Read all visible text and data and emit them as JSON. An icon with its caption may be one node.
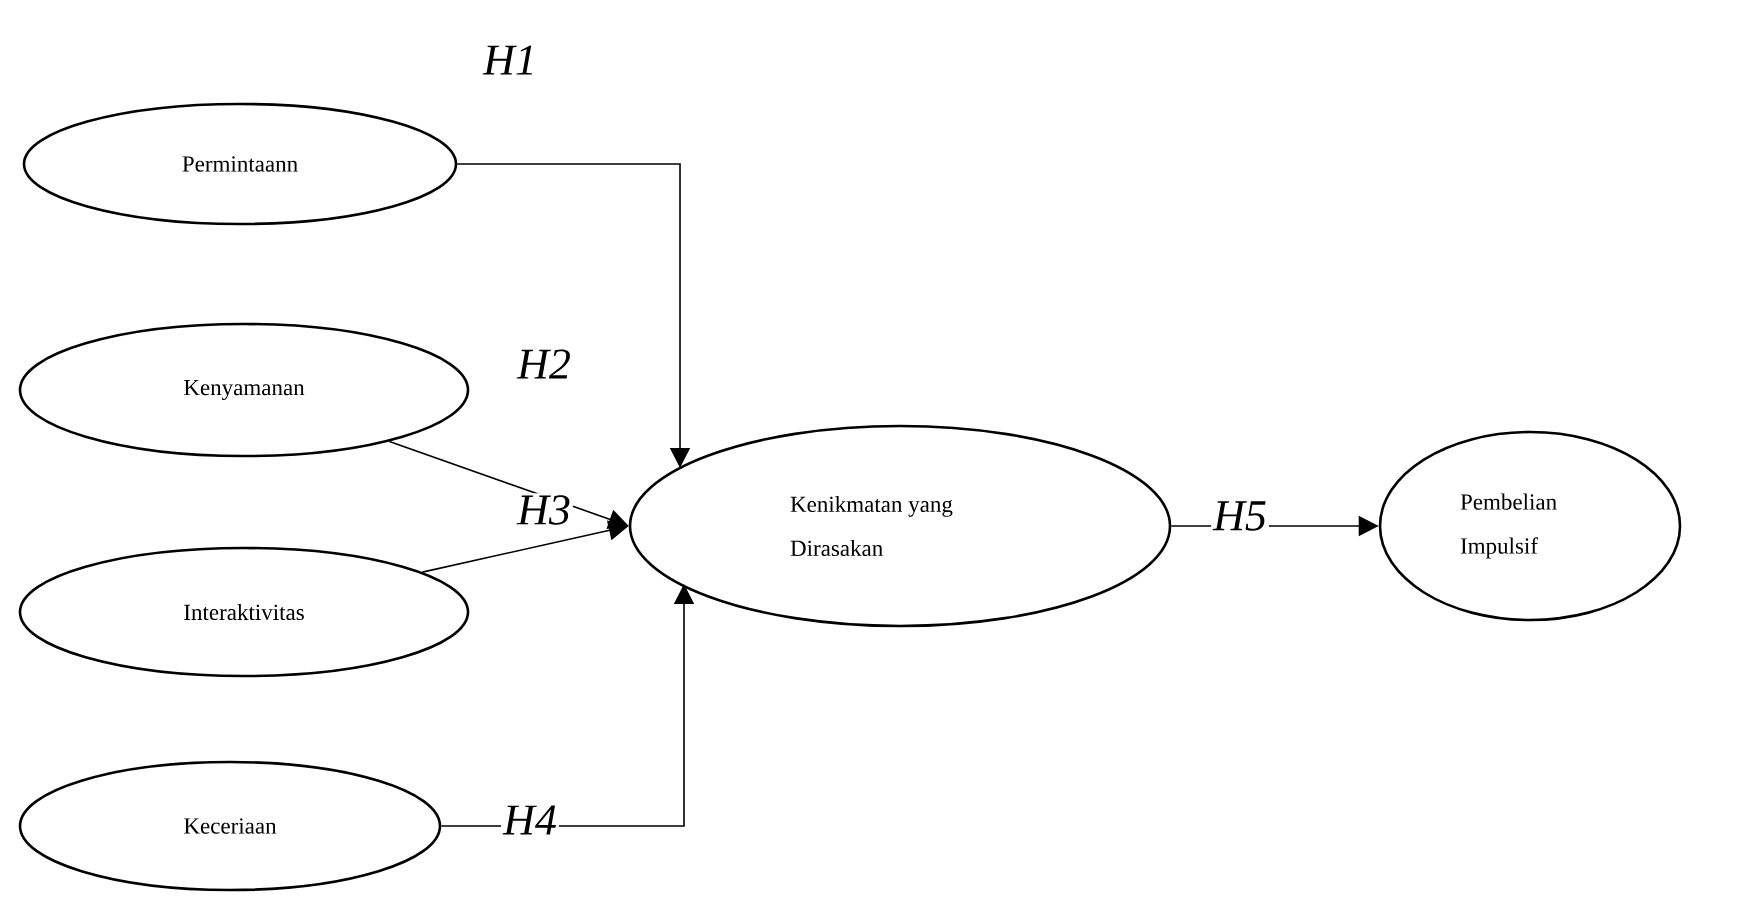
{
  "diagram": {
    "nodes": [
      {
        "text": [
          "Permintaann"
        ]
      },
      {
        "text": [
          "Kenyamanan"
        ]
      },
      {
        "text": [
          "Interaktivitas"
        ]
      },
      {
        "text": [
          "Keceriaan"
        ]
      },
      {
        "text": [
          "Kenikmatan yang Dirasakan"
        ]
      },
      {
        "text": [
          "Pembelian Impulsif"
        ]
      }
    ],
    "edges": [
      {
        "from": 0,
        "to": 4,
        "arrow": "to",
        "label": "H1"
      },
      {
        "from": 1,
        "to": 4,
        "arrow": "to",
        "label": "H2"
      },
      {
        "from": 2,
        "to": 4,
        "arrow": "to",
        "label": "H3"
      },
      {
        "from": 3,
        "to": 4,
        "arrow": "to",
        "label": "H4"
      },
      {
        "from": 4,
        "to": 5,
        "arrow": "to",
        "label": "H5"
      }
    ]
  }
}
